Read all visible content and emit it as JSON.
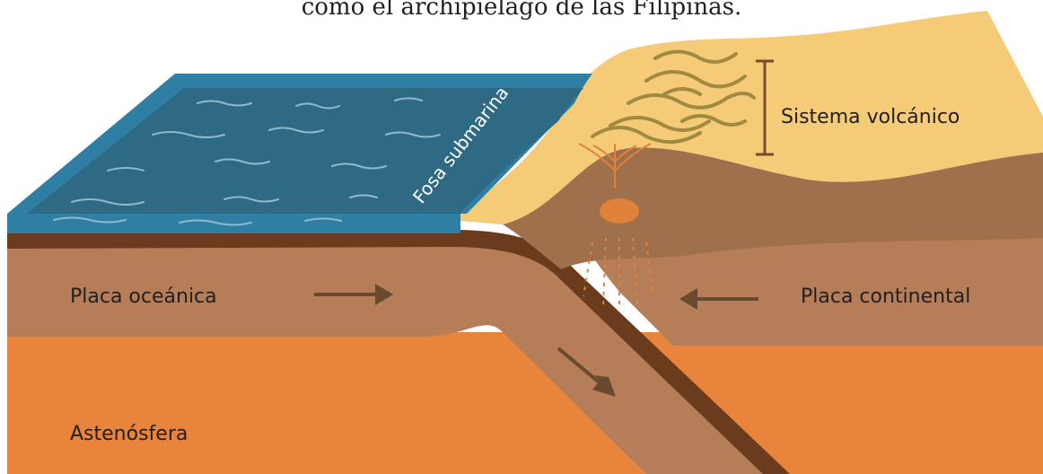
{
  "caption": "como el archipiélago de las Filipinas.",
  "labels": {
    "trench": "Fosa submarina",
    "volcanic_system": "Sistema volcánico",
    "oceanic_plate": "Placa oceánica",
    "continental_plate": "Placa continental",
    "asthenosphere": "Astenósfera"
  },
  "colors": {
    "ocean_surface": "#2e7fa3",
    "ocean_water": "#2f6a85",
    "sand": "#f5cb78",
    "continental_crust": "#a06f4c",
    "oceanic_plate": "#b57d58",
    "asthenosphere": "#e8843b",
    "slab_edge": "#6a3b1d",
    "magma": "#e0823a",
    "arrows": "#6a4a2e"
  },
  "icons": [
    "arrow-right-icon",
    "arrow-left-icon",
    "arrow-down-right-icon",
    "magma-chamber-icon",
    "scale-bracket-icon"
  ]
}
